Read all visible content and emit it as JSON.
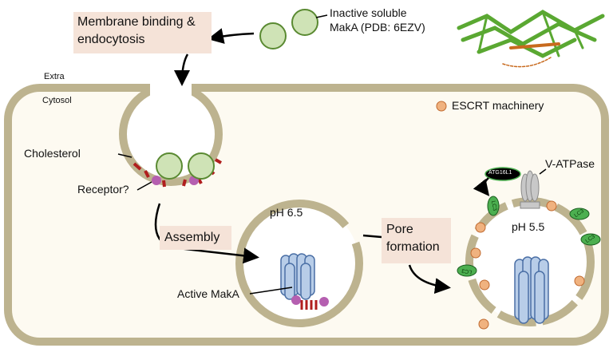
{
  "labels": {
    "membrane_binding": "Membrane binding &",
    "endocytosis": "endocytosis",
    "inactive_1": "Inactive soluble",
    "inactive_2": "MakA (PDB: 6EZV)",
    "extra": "Extra",
    "cytosol": "Cytosol",
    "escrt": "ESCRT machinery",
    "cholesterol": "Cholesterol",
    "receptor": "Receptor?",
    "assembly": "Assembly",
    "ph65": "pH 6.5",
    "pore_1": "Pore",
    "pore_2": "formation",
    "ph55": "pH 5.5",
    "vatpase": "V-ATPase",
    "atg16l1": "ATG16L1",
    "lc3": "LC3",
    "active_maka": "Active MakA"
  },
  "colors": {
    "membrane": "#bdb38f",
    "cytosol": "#fdfaf1",
    "box": "#f5e3d8",
    "maka_soluble": "#cfe3b6",
    "escrt": "#f0b27f",
    "pore": "#b8cde8",
    "receptor": "#b55fb0",
    "cholesterol": "#b01e1e",
    "lc3": "#4caf50"
  }
}
